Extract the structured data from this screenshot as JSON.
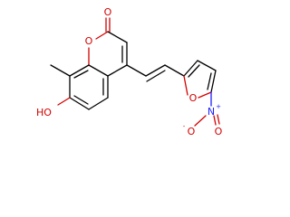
{
  "atoms": {
    "carbonyl_o": "O",
    "ring_o": "O",
    "hydroxyl": "HO",
    "furan_o": "O",
    "nitro_n": "N",
    "nitro_plus": "+",
    "nitro_o_left": "O",
    "nitro_o_right": "O",
    "nitro_minus": "-"
  },
  "colors": {
    "bond": "#000000",
    "oxygen": "#d40000",
    "nitrogen": "#2020ff"
  }
}
